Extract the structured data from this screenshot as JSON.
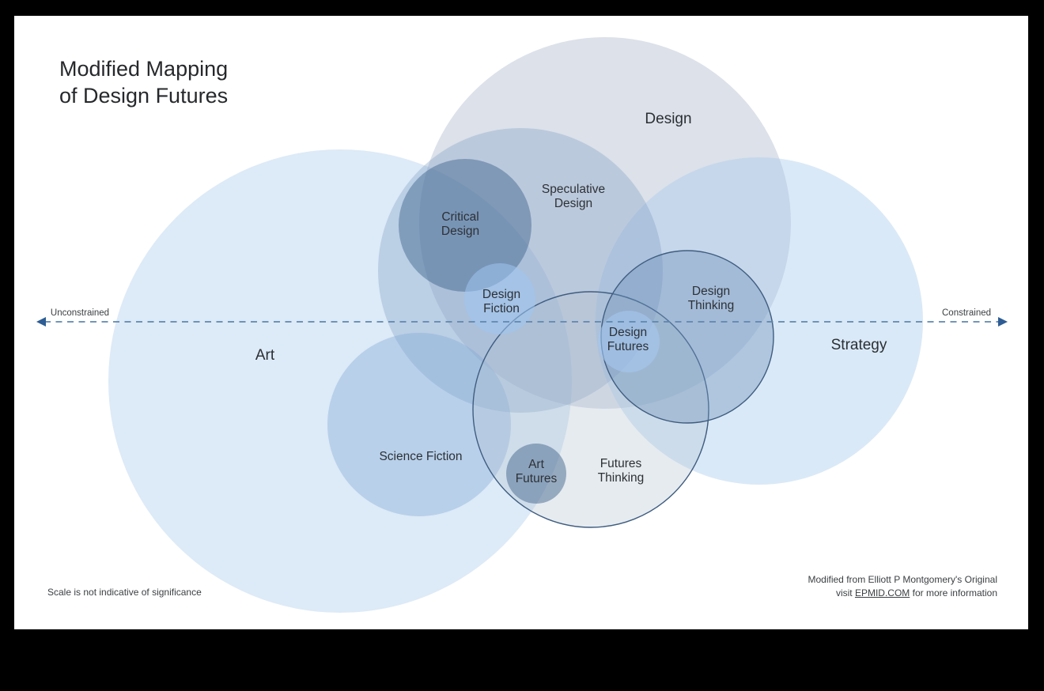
{
  "title": "Modified Mapping\nof Design Futures",
  "axis": {
    "left_label": "Unconstrained",
    "right_label": "Constrained",
    "line_color": "#5f87af",
    "arrow_color": "#2d5d94"
  },
  "circles": {
    "art": {
      "label": "Art",
      "fill": "rgba(173,204,235,0.42)"
    },
    "design": {
      "label": "Design",
      "fill": "rgba(152,168,194,0.34)"
    },
    "strategy": {
      "label": "Strategy",
      "fill": "rgba(168,202,236,0.42)"
    },
    "speculative_design": {
      "label": "Speculative\nDesign",
      "fill": "rgba(124,154,192,0.34)"
    },
    "critical_design": {
      "label": "Critical\nDesign",
      "fill": "rgba(58,95,138,0.45)"
    },
    "science_fiction": {
      "label": "Science Fiction",
      "fill": "rgba(130,170,215,0.40)"
    },
    "futures_thinking": {
      "label": "Futures\nThinking",
      "fill": "rgba(176,192,208,0.32)",
      "stroke": "#3f5d80"
    },
    "design_thinking": {
      "label": "Design\nThinking",
      "fill": "rgba(110,145,185,0.40)",
      "stroke": "#3f5d80"
    },
    "design_fiction": {
      "label": "Design\nFiction",
      "fill": "rgba(158,197,240,0.55)"
    },
    "art_futures": {
      "label": "Art\nFutures",
      "fill": "rgba(62,98,138,0.48)"
    },
    "design_futures": {
      "label": "Design\nFutures",
      "fill": "rgba(165,200,240,0.58)"
    }
  },
  "footnotes": {
    "left": "Scale is not indicative of significance",
    "right_line1": "Modified from Elliott P Montgomery's Original",
    "right_line2_prefix": "visit ",
    "right_link": "EPMID.COM",
    "right_line2_suffix": " for more information"
  }
}
